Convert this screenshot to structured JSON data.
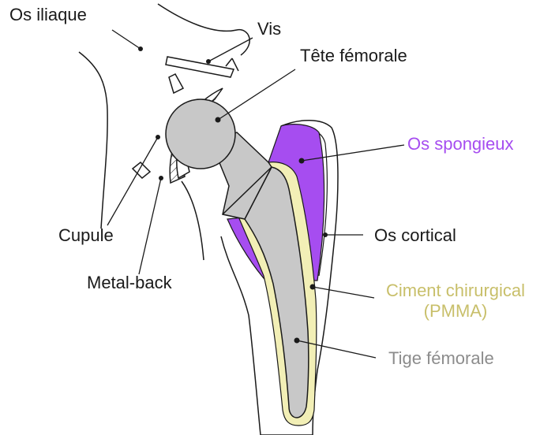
{
  "figure": {
    "labels": {
      "os_iliaque": "Os iliaque",
      "vis": "Vis",
      "tete_femorale": "Tête fémorale",
      "os_spongieux": "Os spongieux",
      "cupule": "Cupule",
      "os_cortical": "Os cortical",
      "metal_back": "Metal-back",
      "ciment_line1": "Ciment chirurgical",
      "ciment_line2": "(PMMA)",
      "tige_femorale": "Tige fémorale"
    },
    "colors": {
      "line": "#1a1a1a",
      "prosthesis_gray": "#c8c8c8",
      "spongy_bone": "#a64df0",
      "cement": "#f2efb6",
      "cement_text": "#c8bf6a",
      "spongy_text": "#a64df0",
      "stem_text": "#8c8c8c"
    }
  }
}
